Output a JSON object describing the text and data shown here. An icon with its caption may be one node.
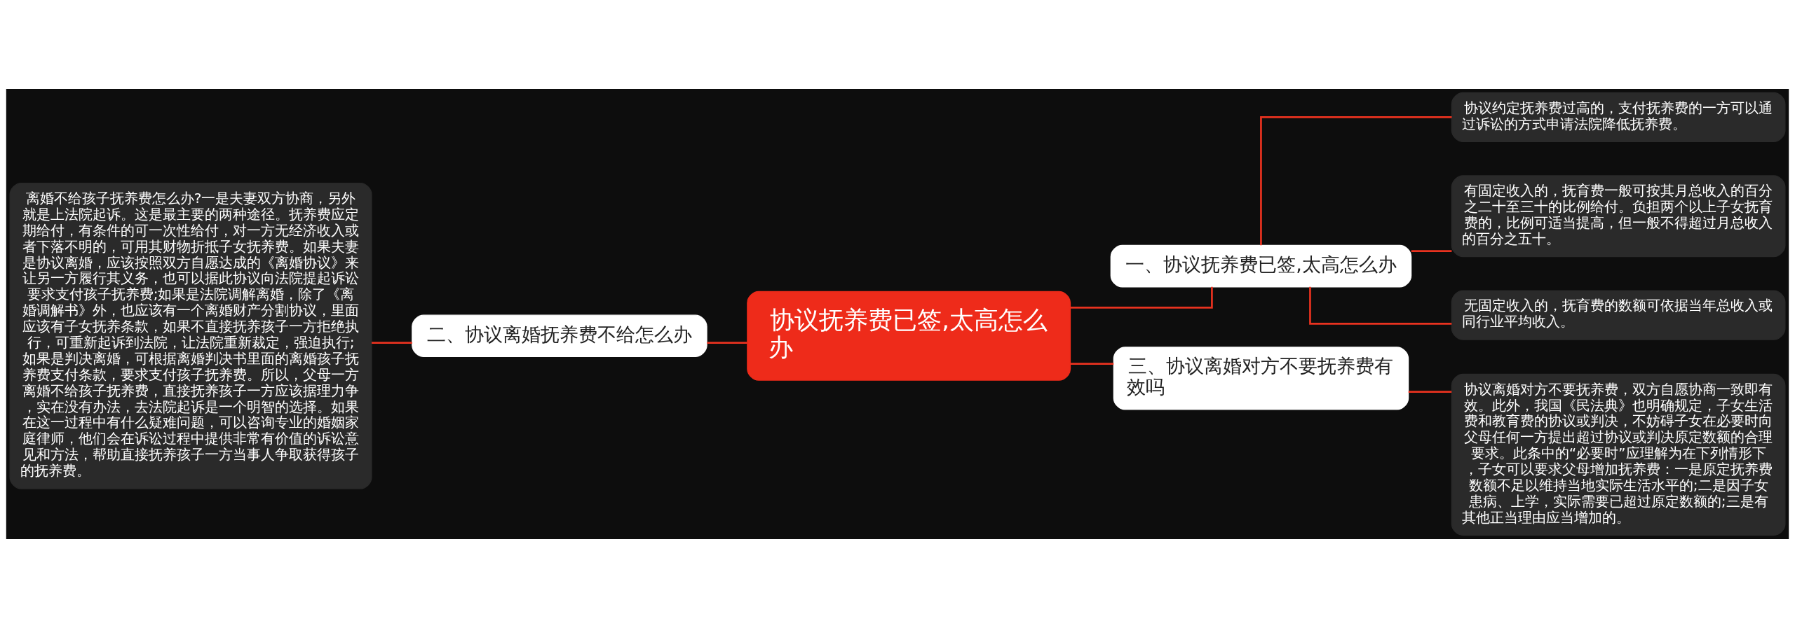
{
  "diagram": {
    "nodes": [
      {
        "text": [
          "协议抚养费已签,太高怎么办"
        ]
      },
      {
        "text": [
          "一、协议抚养费已签,太高怎么办"
        ]
      },
      {
        "text": [
          "协议约定抚养费过高的，支付抚养费的一方可以通过诉讼的方式申请法院降低抚养费。"
        ]
      },
      {
        "text": [
          "有固定收入的，抚育费一般可按其月总收入的百分之二十至三十的比例给付。负担两个以上子女抚育费的，比例可适当提高，但一般不得超过月总收入的百分之五十。"
        ]
      },
      {
        "text": [
          "无固定收入的，抚育费的数额可依据当年总收入或同行业平均收入。"
        ]
      },
      {
        "text": [
          "二、协议离婚抚养费不给怎么办"
        ]
      },
      {
        "text": [
          "离婚不给孩子抚养费怎么办?一是夫妻双方协商，另外就是上法院起诉。这是最主要的两种途径。抚养费应定期给付，有条件的可一次性给付，对一方无经济收入或者下落不明的，可用其财物折抵子女抚养费。如果夫妻是协议离婚，应该按照双方自愿达成的《离婚协议》来让另一方履行其义务，也可以据此协议向法院提起诉讼要求支付孩子抚养费;如果是法院调解离婚，除了《离婚调解书》外，也应该有一个离婚财产分割协议，里面应该有子女抚养条款，如果不直接抚养孩子一方拒绝执行，可重新起诉到法院，让法院重新裁定，强迫执行;如果是判决离婚，可根据离婚判决书里面的离婚孩子抚养费支付条款，要求支付孩子抚养费。所以，父母一方离婚不给孩子抚养费，直接抚养孩子一方应该据理力争，实在没有办法，去法院起诉是一个明智的选择。如果在这一过程中有什么疑难问题，可以咨询专业的婚姻家庭律师，他们会在诉讼过程中提供非常有价值的诉讼意见和方法，帮助直接抚养孩子一方当事人争取获得孩子的抚养费。"
        ]
      },
      {
        "text": [
          "三、协议离婚对方不要抚养费有效吗"
        ]
      },
      {
        "text": [
          "协议离婚对方不要抚养费，双方自愿协商一致即有效。此外，我国《民法典》也明确规定，子女生活费和教育费的协议或判决，不妨碍子女在必要时向父母任何一方提出超过协议或判决原定数额的合理要求。此条中的“必要时”应理解为在下列情形下，子女可以要求父母增加抚养费：一是原定抚养费数额不足以维持当地实际生活水平的;二是因子女患病、上学，实际需要已超过原定数额的;三是有其他正当理由应当增加的。"
        ]
      }
    ],
    "edges": [
      {
        "from": 0,
        "to": 1,
        "arrow": "none"
      },
      {
        "from": 1,
        "to": 2,
        "arrow": "none"
      },
      {
        "from": 1,
        "to": 3,
        "arrow": "none"
      },
      {
        "from": 1,
        "to": 4,
        "arrow": "none"
      },
      {
        "from": 0,
        "to": 5,
        "arrow": "none"
      },
      {
        "from": 5,
        "to": 6,
        "arrow": "none"
      },
      {
        "from": 0,
        "to": 7,
        "arrow": "none"
      },
      {
        "from": 7,
        "to": 8,
        "arrow": "none"
      }
    ]
  }
}
